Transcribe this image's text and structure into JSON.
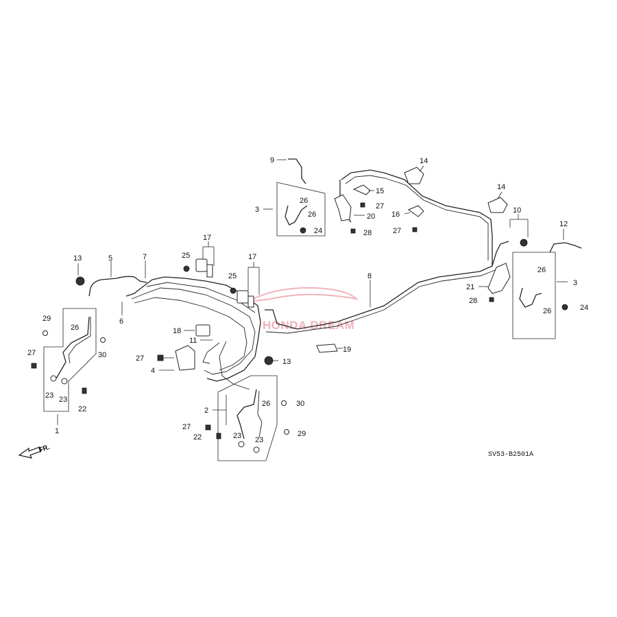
{
  "diagram": {
    "callouts": {
      "c1": "1",
      "c2": "2",
      "c3a": "3",
      "c3b": "3",
      "c4": "4",
      "c5": "5",
      "c6": "6",
      "c7": "7",
      "c8": "8",
      "c9": "9",
      "c10": "10",
      "c11": "11",
      "c12": "12",
      "c13a": "13",
      "c13b": "13",
      "c14a": "14",
      "c14b": "14",
      "c15": "15",
      "c16": "16",
      "c17a": "17",
      "c17b": "17",
      "c18": "18",
      "c19": "19",
      "c20": "20",
      "c21": "21",
      "c22a": "22",
      "c22b": "22",
      "c23a": "23",
      "c23b": "23",
      "c23c": "23",
      "c23d": "23",
      "c24a": "24",
      "c24b": "24",
      "c25a": "25",
      "c25b": "25",
      "c26a": "26",
      "c26b": "26",
      "c26c": "26",
      "c26d": "26",
      "c26e": "26",
      "c26f": "26",
      "c27a": "27",
      "c27b": "27",
      "c27c": "27",
      "c27d": "27",
      "c27e": "27",
      "c28a": "28",
      "c28b": "28",
      "c29a": "29",
      "c29b": "29",
      "c30a": "30",
      "c30b": "30"
    },
    "direction_label": "FR.",
    "diagram_code": "SV53-B2501A",
    "watermark": "HONDA DREAM"
  }
}
